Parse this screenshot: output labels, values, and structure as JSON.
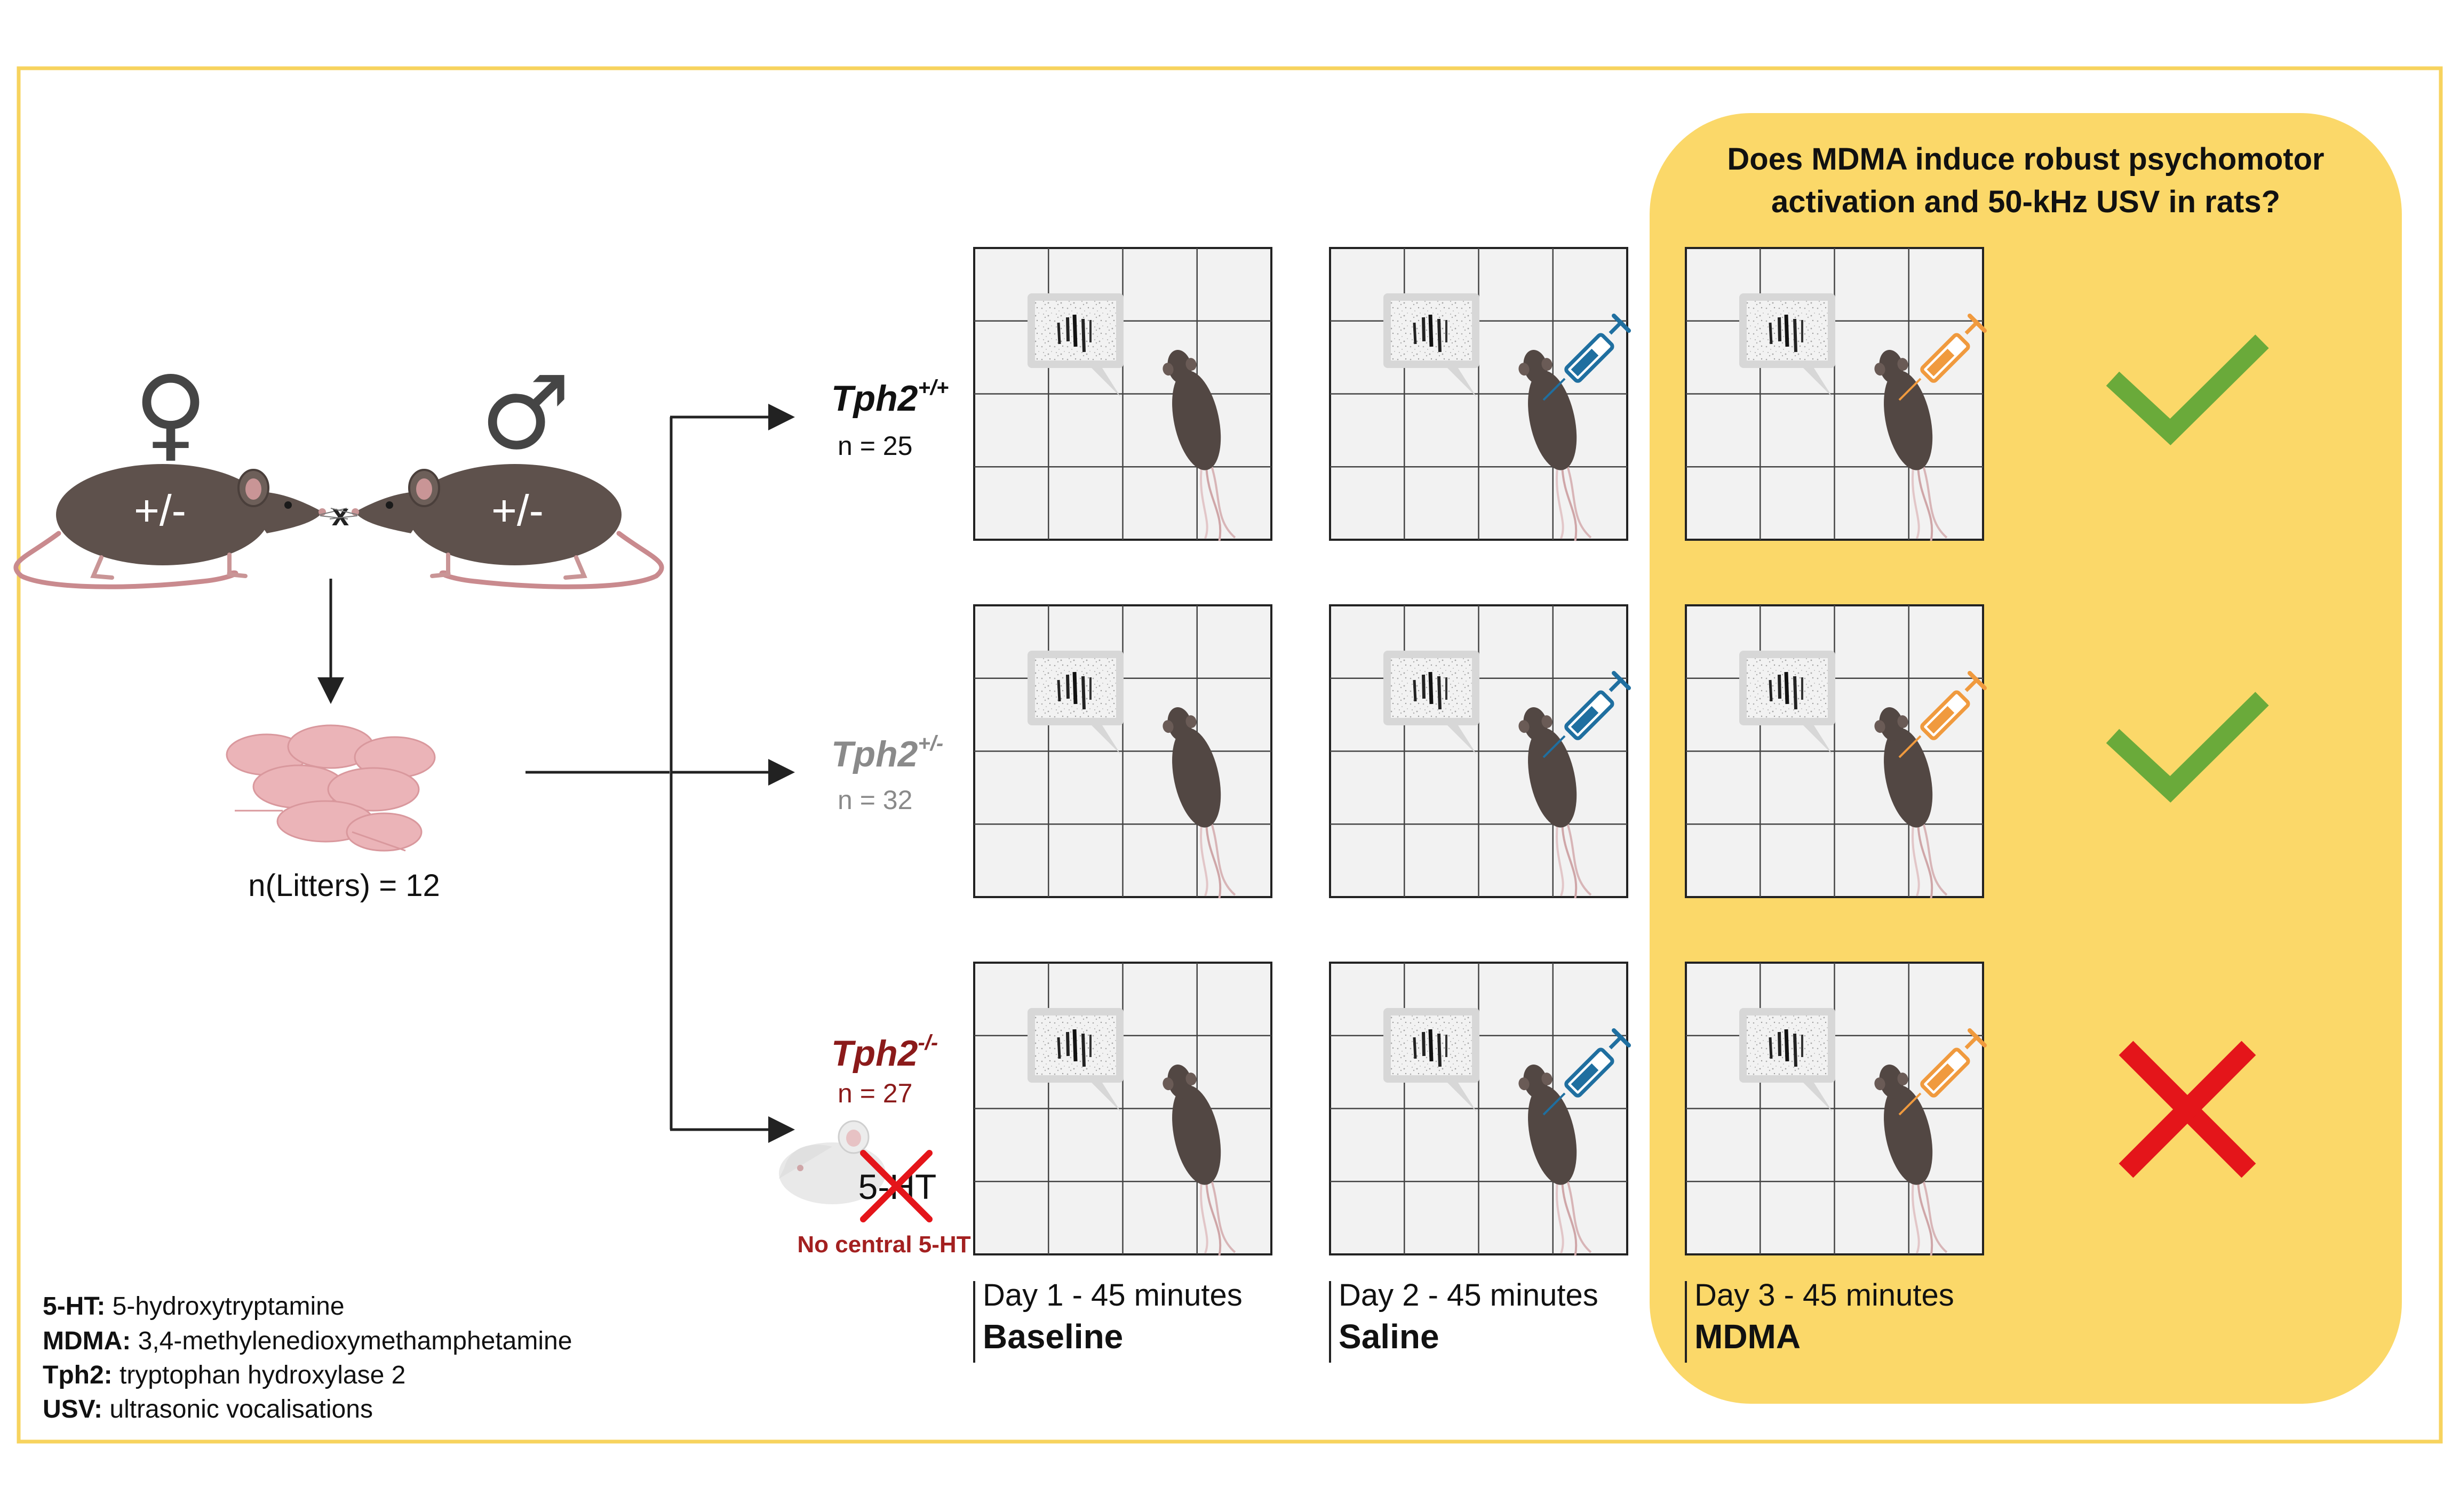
{
  "breeding": {
    "female_symbol": "♀",
    "male_symbol": "♂",
    "parent_genotype": "+/-",
    "cross_symbol": "x",
    "litters_label": "n(Litters) = 12"
  },
  "groups": [
    {
      "gene": "Tph2",
      "sup": "+/+",
      "n_label": "n = 25",
      "color": "#111111"
    },
    {
      "gene": "Tph2",
      "sup": "+/-",
      "n_label": "n = 32",
      "color": "#8a8a8a"
    },
    {
      "gene": "Tph2",
      "sup": "-/-",
      "n_label": "n = 27",
      "color": "#8b1a1a"
    }
  ],
  "knockout": {
    "label": "5-HT",
    "caption": "No central 5-HT",
    "color": "#a32020"
  },
  "question": {
    "line1": "Does MDMA induce robust psychomotor",
    "line2": "activation and 50-kHz USV in rats?"
  },
  "days": [
    {
      "time_label": "Day 1 - 45 minutes",
      "condition": "Baseline",
      "syringe": "none"
    },
    {
      "time_label": "Day 2 - 45 minutes",
      "condition": "Saline",
      "syringe": "blue"
    },
    {
      "time_label": "Day 3 - 45 minutes",
      "condition": "MDMA",
      "syringe": "orange"
    }
  ],
  "outcomes": [
    "check",
    "check",
    "cross"
  ],
  "legend": [
    {
      "term": "5-HT:",
      "definition": "5-hydroxytryptamine"
    },
    {
      "term": "MDMA:",
      "definition": "3,4-methylenedioxymethamphetamine"
    },
    {
      "term": "Tph2:",
      "definition": "tryptophan hydroxylase 2"
    },
    {
      "term": "USV:",
      "definition": "ultrasonic vocalisations"
    }
  ],
  "colors": {
    "frame": "#f7d35e",
    "highlight": "#fbd869",
    "rat_body": "#5e514c",
    "pup": "#ebb4b8",
    "check": "#6aaa3a",
    "cross": "#e4151a",
    "syringe_blue": "#1f6fa0",
    "syringe_orange": "#f09a3e"
  }
}
